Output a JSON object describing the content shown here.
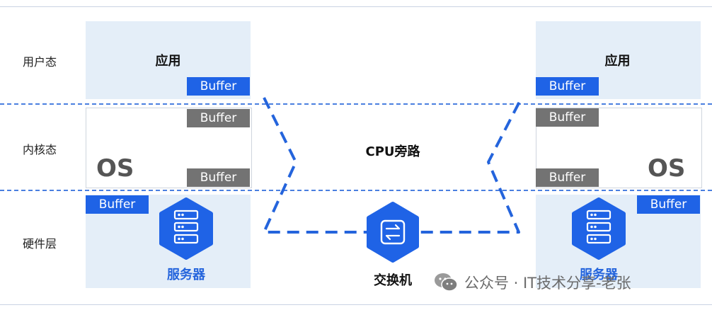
{
  "layers": {
    "user": "用户态",
    "kernel": "内核态",
    "hardware": "硬件层"
  },
  "left": {
    "app": "应用",
    "app_buffer": "Buffer",
    "kernel_buffer_top": "Buffer",
    "os": "OS",
    "kernel_buffer_bottom": "Buffer",
    "hw_buffer": "Buffer",
    "server": "服务器"
  },
  "right": {
    "app": "应用",
    "app_buffer": "Buffer",
    "kernel_buffer_top": "Buffer",
    "os": "OS",
    "kernel_buffer_bottom": "Buffer",
    "hw_buffer": "Buffer",
    "server": "服务器"
  },
  "center": {
    "bypass": "CPU旁路",
    "switch": "交换机"
  },
  "watermark": {
    "text": "公众号 · IT技术分享-老张"
  },
  "colors": {
    "accent_blue": "#1f63e6",
    "buffer_gray": "#737373",
    "panel_bg": "#e4eef8",
    "dash_blue": "#2464dc"
  },
  "icons": {
    "server": "server-rack-icon",
    "switch": "switch-arrows-icon",
    "wechat": "wechat-icon"
  }
}
